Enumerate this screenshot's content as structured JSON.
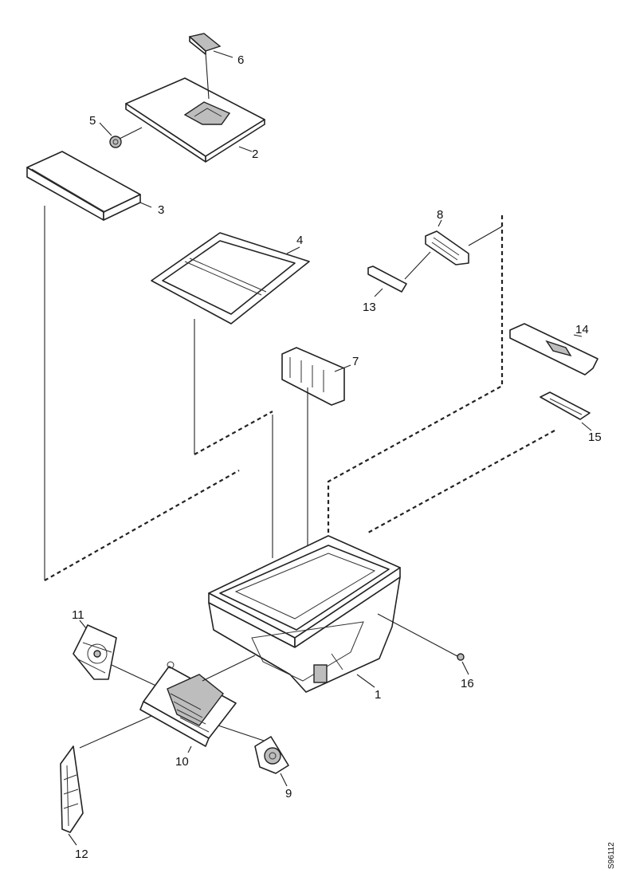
{
  "figure_id": "S96112",
  "callouts": [
    "6",
    "5",
    "2",
    "3",
    "4",
    "8",
    "13",
    "7",
    "14",
    "15",
    "11",
    "10",
    "9",
    "12",
    "1",
    "16"
  ]
}
